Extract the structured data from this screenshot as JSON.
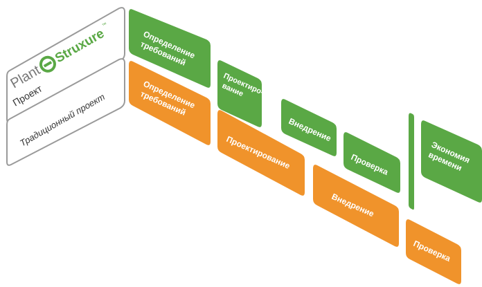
{
  "colors": {
    "green": "#5aa845",
    "orange": "#f0932b",
    "outline": "#9a9a9a",
    "logo_green": "#5aa845",
    "text_dark": "#333333"
  },
  "header": {
    "logo_plant": "Plant",
    "logo_struxure": "Struxure",
    "logo_tm": "™",
    "plantstruxure_label": "Проект",
    "traditional_label": "Традиционный проект"
  },
  "plantstruxure_row": [
    {
      "lines": [
        "Определение",
        "требований"
      ]
    },
    {
      "lines": [
        "Проектиро-",
        "вание"
      ]
    },
    {
      "lines": [
        "Внедрение"
      ]
    },
    {
      "lines": [
        "Проверка"
      ]
    },
    {
      "lines": [
        "Экономия",
        "времени"
      ]
    }
  ],
  "traditional_row": [
    {
      "lines": [
        "Определение",
        "требований"
      ]
    },
    {
      "lines": [
        "Проектирование"
      ]
    },
    {
      "lines": [
        "Внедрение"
      ]
    },
    {
      "lines": [
        "Проверка"
      ]
    }
  ]
}
